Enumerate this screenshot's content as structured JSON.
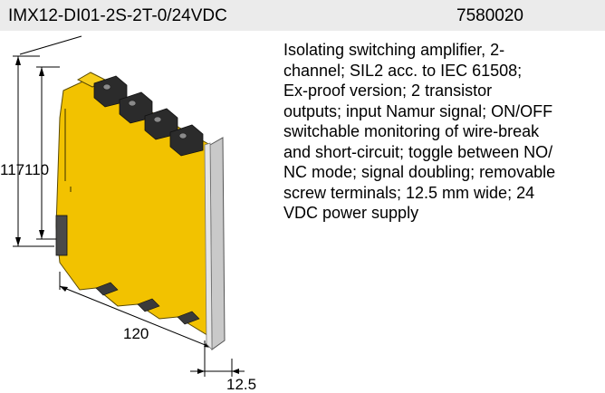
{
  "header": {
    "model": "IMX12-DI01-2S-2T-0/24VDC",
    "article_number": "7580020"
  },
  "description": {
    "lines": [
      "Isolating switching amplifier, 2-",
      "channel; SIL2 acc. to IEC 61508;",
      "Ex-proof version; 2 transistor",
      "outputs; input Namur signal; ON/OFF",
      "switchable monitoring of wire-break",
      "and short-circuit; toggle between NO/",
      "NC mode; signal doubling; removable",
      "screw terminals; 12.5 mm wide; 24",
      "VDC power supply"
    ]
  },
  "dimensions": {
    "height_total": "117",
    "height_body": "110",
    "depth": "120",
    "width": "12.5"
  },
  "colors": {
    "header_bg": "#ebebeb",
    "housing_yellow": "#f2c200",
    "front_grey": "#c9c9c9"
  }
}
